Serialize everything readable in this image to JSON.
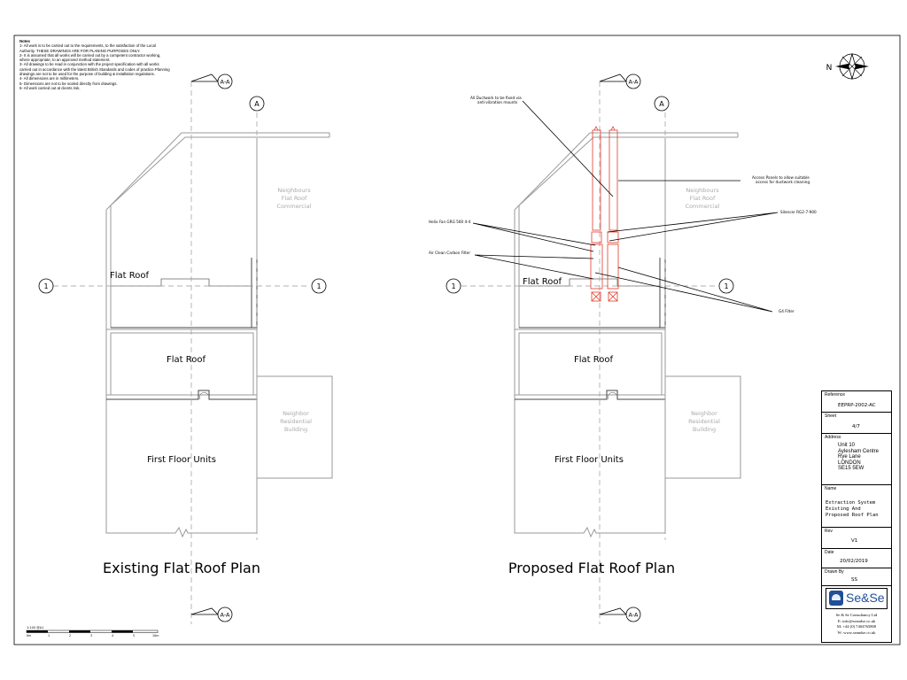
{
  "notes": {
    "heading": "Notes",
    "items": [
      "1- All work is to be carried out to the requirements, to the satisfaction of the Local Authority. THESE DRAWINGS ARE FOR PLANING PURPOSES ONLY.",
      "2- It is assumed that all works will be carried out by a competent contractor working, where appropriate, to an approved method statement.",
      "3- All drawings to be read in conjunction with the project specification with all works carried out in accordance with the latest British Standards and codes of practice.Planning drawings are not to be used for the purpose of building & installation regulations.",
      "4- All dimensions are in millimeters.",
      "5- Dimensions are not to be scaled directly from drawings.",
      "6- All work carried out at clients risk."
    ]
  },
  "markers": {
    "section": "A-A",
    "grid_vertical": "A",
    "grid_horizontal": "1"
  },
  "compass_label": "N",
  "existing_plan": {
    "title": "Existing Flat Roof Plan",
    "flat_roof_upper": "Flat Roof",
    "flat_roof_middle": "Flat Roof",
    "first_floor": "First Floor Units",
    "neighbours": [
      "Neighbours",
      "Flat Roof",
      "Commercial"
    ],
    "neighbor_res": [
      "Neighbor",
      "Residential",
      "Building"
    ]
  },
  "proposed_plan": {
    "title": "Proposed Flat Roof Plan",
    "flat_roof_upper": "Flat Roof",
    "flat_roof_middle": "Flat Roof",
    "first_floor": "First Floor Units",
    "neighbours": [
      "Neighbours",
      "Flat Roof",
      "Commercial"
    ],
    "neighbor_res": [
      "Neighbor",
      "Residential",
      "Building"
    ],
    "annotations": {
      "ductwork": [
        "All Ductwork to be fixed via",
        "anti-vibration mounts"
      ],
      "access_panels": [
        "Access Panels to allow suitable",
        "access for ductwork cleaning."
      ],
      "silencer": "Silencer RG2-7-900",
      "helix_fan": "Helix Fan GRG 560 4-4",
      "carbon_filter": "Air Clean Carbon Filter",
      "g4_filter": "G4 Filter"
    }
  },
  "scale": {
    "label": "1:100 @A1",
    "ticks": [
      "0m",
      "1",
      "2",
      "3",
      "4",
      "5",
      "10m"
    ]
  },
  "title_block": {
    "reference_label": "Reference",
    "reference": "EEPRP-2002-AC",
    "sheet_label": "Sheet",
    "sheet": "4/7",
    "address_label": "Address",
    "address": [
      "Unit 10",
      "Aylesham Centre",
      "Rye Lane",
      "LONDON",
      "SE15 5EW"
    ],
    "name_label": "Name",
    "name": [
      "Extraction System",
      "Existing And",
      "Proposed Roof Plan"
    ],
    "rev_label": "Rev",
    "rev": "V1",
    "date_label": "Date",
    "date": "20/02/2019",
    "drawn_by_label": "Drawn By",
    "drawn_by": "SS",
    "company": "Se&Se",
    "contact": [
      "Se & Se Consultancy Ltd",
      "E: info@seandse.co.uk",
      "M: +44 (0) 7404765800",
      "W: www.seandse.co.uk"
    ]
  },
  "colors": {
    "line": "#000000",
    "light_line": "#999999",
    "grid_line": "#888888",
    "duct_red": "#e23a2a",
    "brand_blue": "#1f4e9a"
  }
}
